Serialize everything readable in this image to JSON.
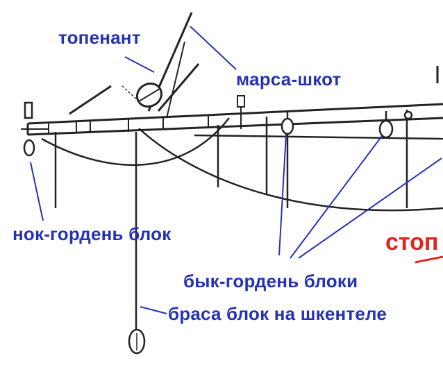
{
  "labels": {
    "topping_lift": "топенант",
    "topsail_sheet": "марса-шкот",
    "nock_gorden_block": "нок-гордень блок",
    "buntline_blocks": "бык-гордень блоки",
    "brace_block": "браса блок на шкентеле",
    "stop_partial": "стоп"
  },
  "colors": {
    "label_text": "#2632b3",
    "pointer": "#2632b3",
    "accent_red": "#e2241c",
    "ink": "#222222"
  }
}
